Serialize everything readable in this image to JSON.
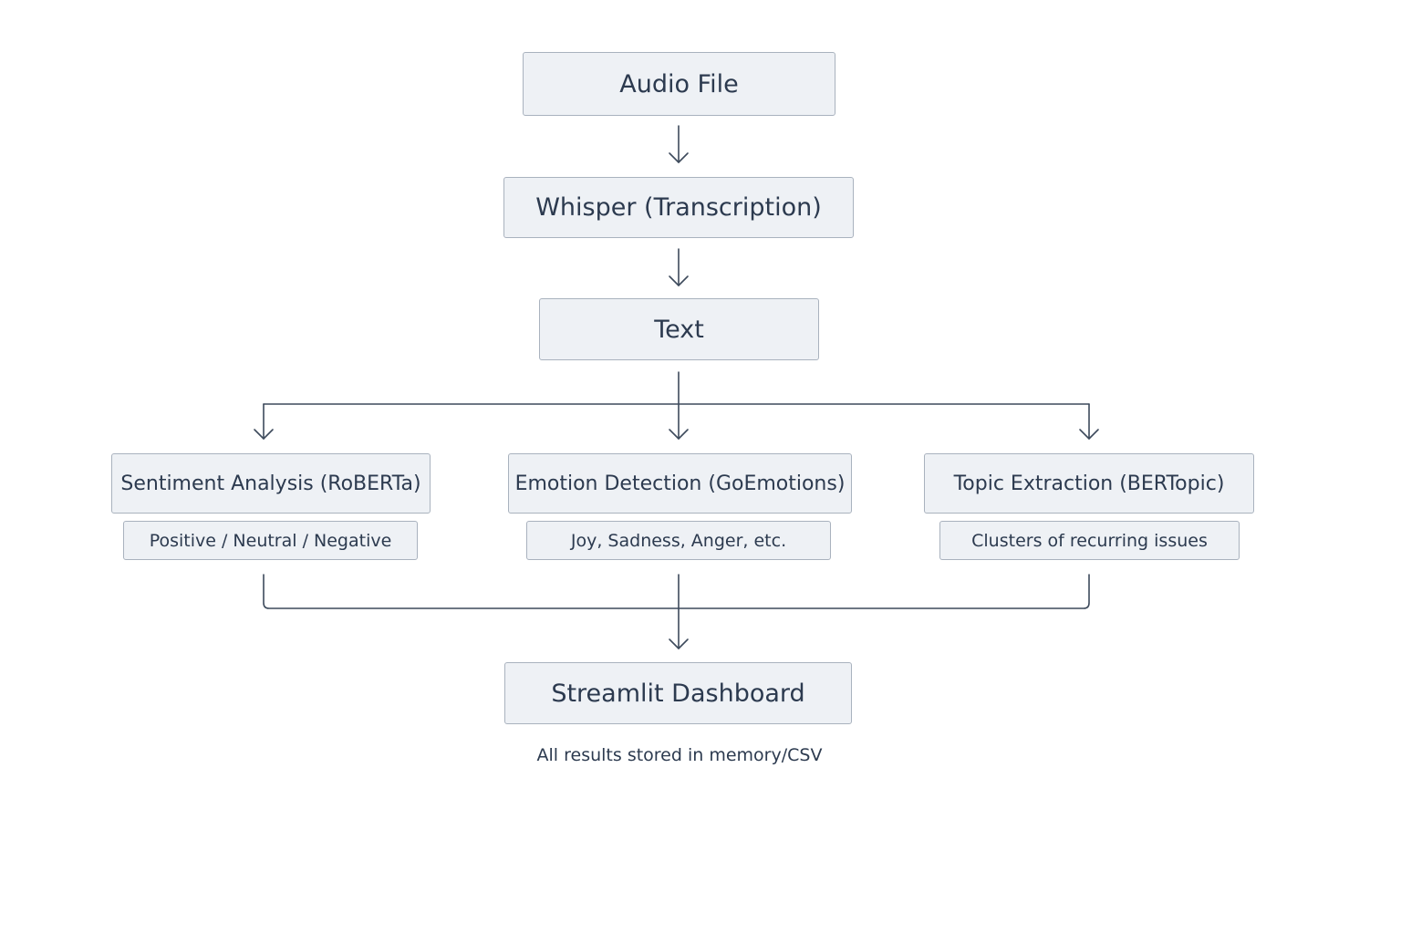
{
  "nodes": {
    "audio_file": "Audio File",
    "whisper": "Whisper (Transcription)",
    "text": "Text",
    "sentiment": "Sentiment Analysis (RoBERTa)",
    "sentiment_output": "Positive / Neutral / Negative",
    "emotion": "Emotion Detection (GoEmotions)",
    "emotion_output": "Joy, Sadness, Anger, etc.",
    "topic": "Topic Extraction (BERTopic)",
    "topic_output": "Clusters of recurring issues",
    "dashboard": "Streamlit Dashboard"
  },
  "footnote": "All results stored in memory/CSV",
  "colors": {
    "node_fill": "#eef1f5",
    "node_border": "#a9b2be",
    "text": "#2c3a4f",
    "connector": "#3d4a5c"
  }
}
